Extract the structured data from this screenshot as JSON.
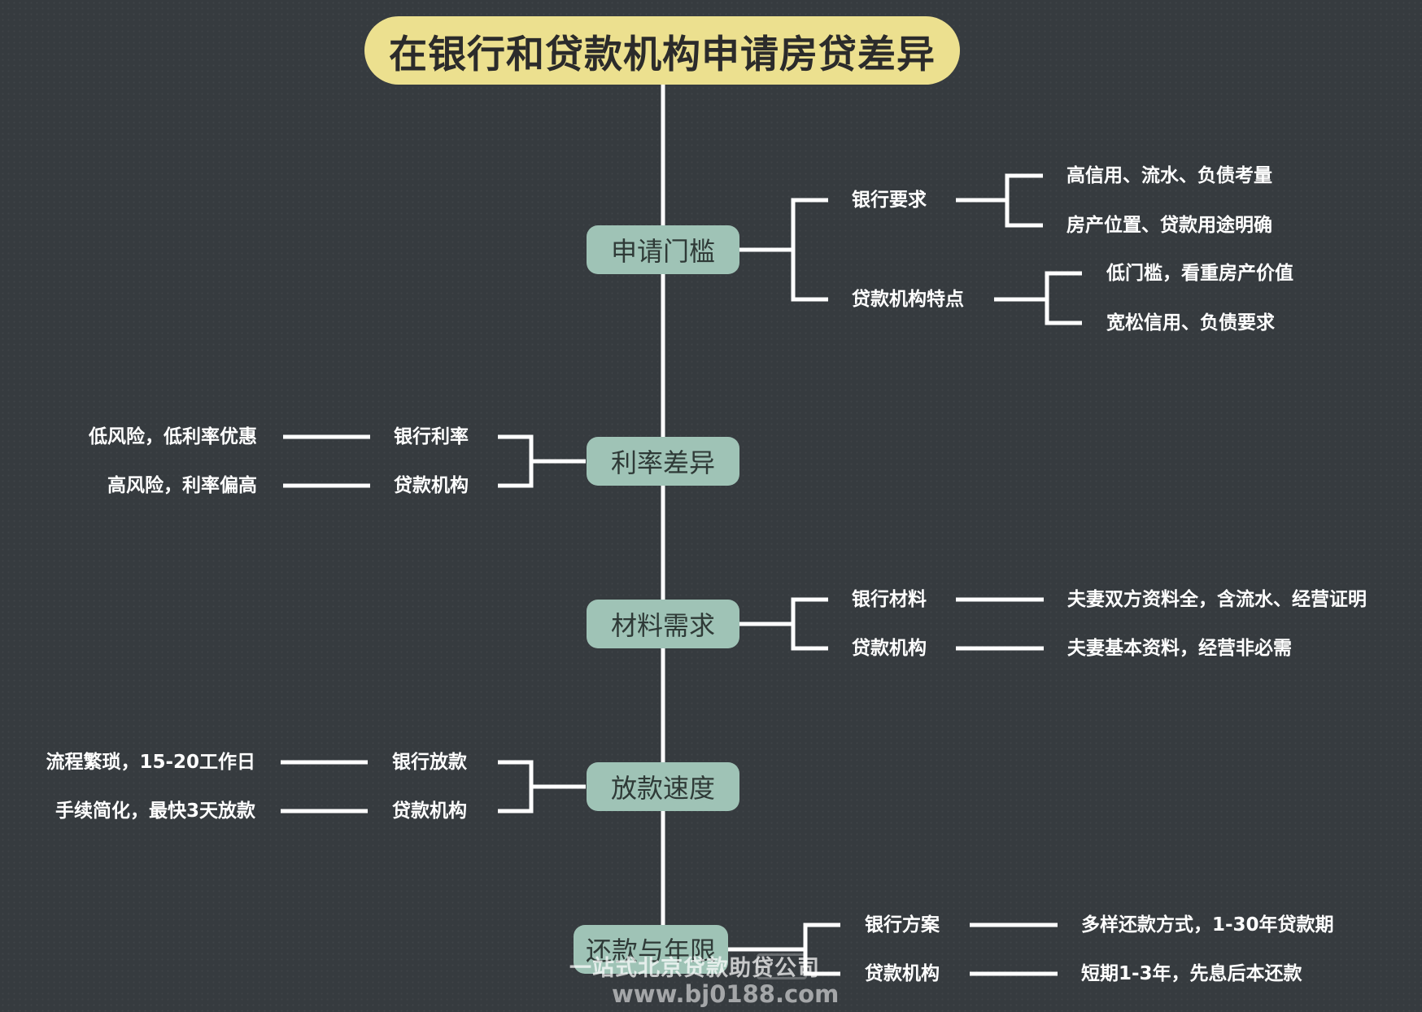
{
  "title": "在银行和贷款机构申请房贷差异",
  "nodes": {
    "threshold": {
      "label": "申请门槛",
      "bank": {
        "label": "银行要求",
        "items": [
          "高信用、流水、负债考量",
          "房产位置、贷款用途明确"
        ]
      },
      "lender": {
        "label": "贷款机构特点",
        "items": [
          "低门槛，看重房产价值",
          "宽松信用、负债要求"
        ]
      }
    },
    "rate": {
      "label": "利率差异",
      "bank": {
        "label": "银行利率",
        "detail": "低风险，低利率优惠"
      },
      "lender": {
        "label": "贷款机构",
        "detail": "高风险，利率偏高"
      }
    },
    "materials": {
      "label": "材料需求",
      "bank": {
        "label": "银行材料",
        "detail": "夫妻双方资料全，含流水、经营证明"
      },
      "lender": {
        "label": "贷款机构",
        "detail": "夫妻基本资料，经营非必需"
      }
    },
    "speed": {
      "label": "放款速度",
      "bank": {
        "label": "银行放款",
        "detail": "流程繁琐，15-20工作日"
      },
      "lender": {
        "label": "贷款机构",
        "detail": "手续简化，最快3天放款"
      }
    },
    "repayment": {
      "label": "还款与年限",
      "bank": {
        "label": "银行方案",
        "detail": "多样还款方式，1-30年贷款期"
      },
      "lender": {
        "label": "贷款机构",
        "detail": "短期1-3年，先息后本还款"
      }
    }
  },
  "watermark": {
    "line1": "一站式北京贷款助贷公司",
    "line2": "www.bj0188.com"
  },
  "colors": {
    "background": "#363b3f",
    "title_bg": "#ece08f",
    "node_bg": "#9fc3b6",
    "line": "#ffffff"
  }
}
